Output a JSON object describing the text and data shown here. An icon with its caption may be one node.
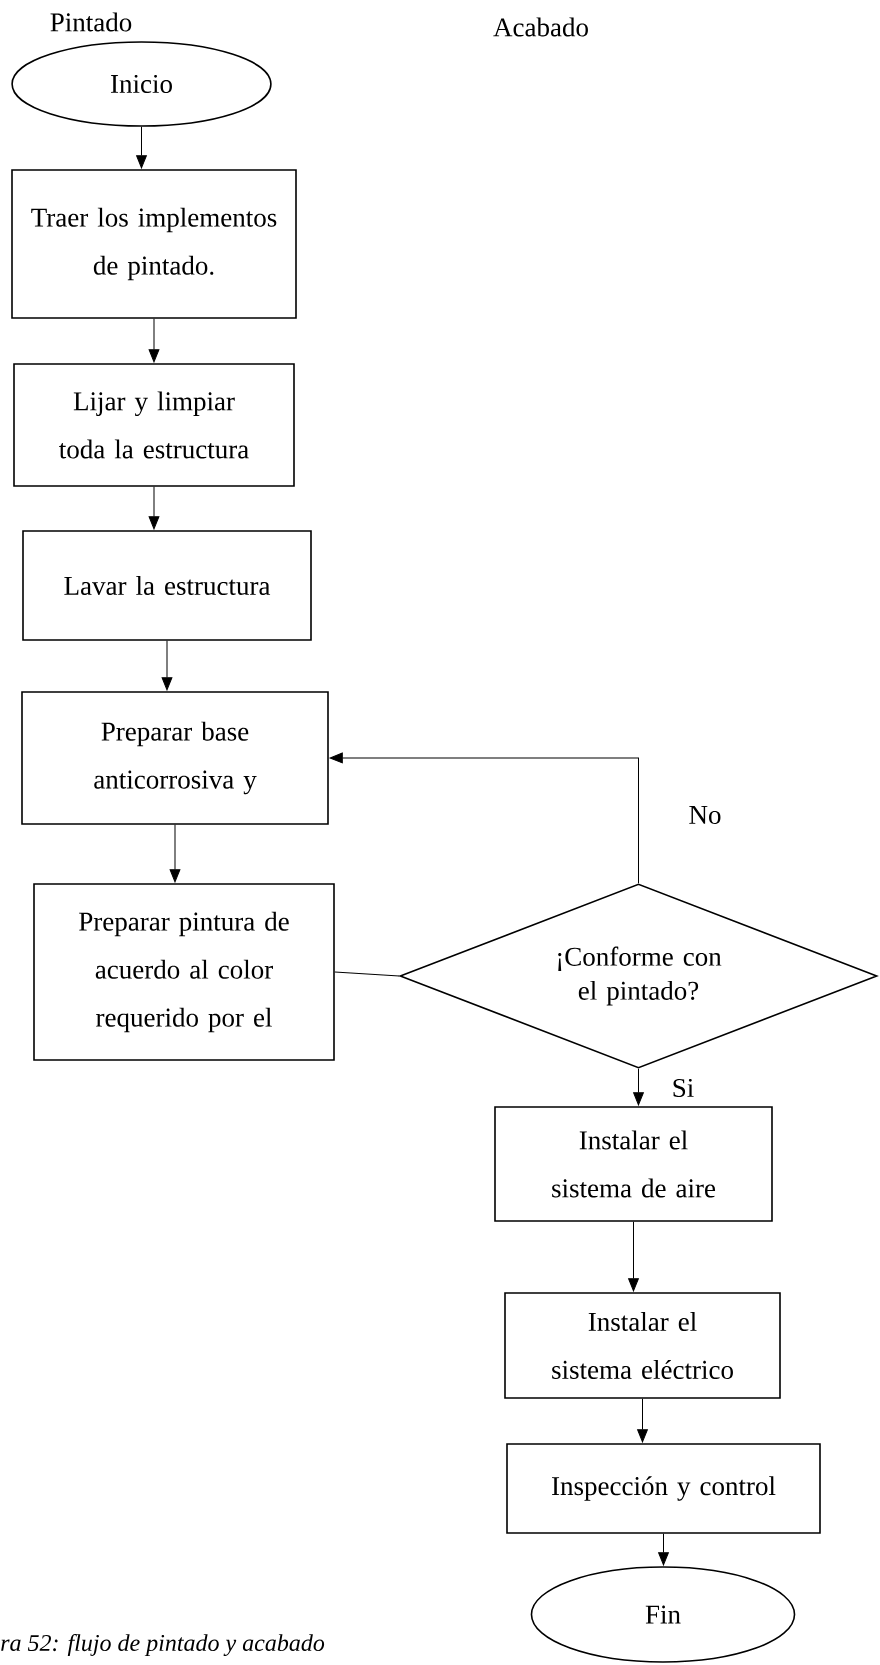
{
  "diagram": {
    "caption": "ra 52: flujo de pintado y acabado",
    "nodes": [
      {
        "text": [
          "Inicio"
        ]
      },
      {
        "text": [
          "Traer los implementos de pintado."
        ]
      },
      {
        "text": [
          "Lijar y limpiar toda la estructura"
        ]
      },
      {
        "text": [
          "Lavar la estructura"
        ]
      },
      {
        "text": [
          "Preparar base anticorrosiva y"
        ]
      },
      {
        "text": [
          "Preparar pintura de acuerdo al color requerido por el"
        ]
      },
      {
        "text": [
          "¡Conforme con el pintado?"
        ]
      },
      {
        "text": [
          "Instalar el sistema de aire"
        ]
      },
      {
        "text": [
          "Instalar el sistema eléctrico"
        ]
      },
      {
        "text": [
          "Inspección y control"
        ]
      },
      {
        "text": [
          "Fin"
        ]
      }
    ],
    "edges": [
      {
        "from": 0,
        "to": 1,
        "arrow": "to"
      },
      {
        "from": 1,
        "to": 2,
        "arrow": "to"
      },
      {
        "from": 2,
        "to": 3,
        "arrow": "to"
      },
      {
        "from": 3,
        "to": 4,
        "arrow": "to"
      },
      {
        "from": 4,
        "to": 5,
        "arrow": "to"
      },
      {
        "from": 5,
        "to": 6,
        "arrow": "none"
      },
      {
        "from": 6,
        "to": 4,
        "arrow": "to",
        "label": "No"
      },
      {
        "from": 6,
        "to": 7,
        "arrow": "to",
        "label": "Si"
      },
      {
        "from": 7,
        "to": 8,
        "arrow": "to"
      },
      {
        "from": 8,
        "to": 9,
        "arrow": "to"
      },
      {
        "from": 9,
        "to": 10,
        "arrow": "to"
      }
    ],
    "labels": [
      "Pintado",
      "Acabado"
    ]
  }
}
